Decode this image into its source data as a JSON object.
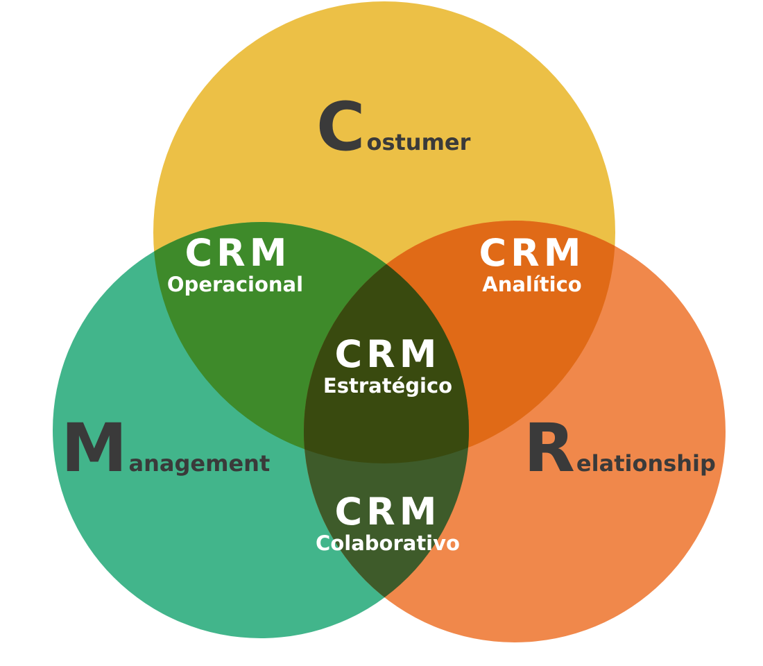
{
  "colors": {
    "costumer": "#ecc046",
    "management": "#42b58b",
    "relationship": "#f0884b",
    "costumer_management": "#3e8a2a",
    "costumer_relationship": "#e06a17",
    "management_relationship": "#3e5b2a",
    "center": "#394a0f",
    "letter": "#3a3a3a",
    "label": "#ffffff"
  },
  "sets": {
    "costumer": {
      "initial": "C",
      "rest": "ostumer"
    },
    "management": {
      "initial": "M",
      "rest": "anagement"
    },
    "relationship": {
      "initial": "R",
      "rest": "elationship"
    }
  },
  "regions": {
    "operacional": {
      "title": "CRM",
      "subtitle": "Operacional"
    },
    "analitico": {
      "title": "CRM",
      "subtitle": "Analítico"
    },
    "estrategico": {
      "title": "CRM",
      "subtitle": "Estratégico"
    },
    "colaborativo": {
      "title": "CRM",
      "subtitle": "Colaborativo"
    }
  }
}
